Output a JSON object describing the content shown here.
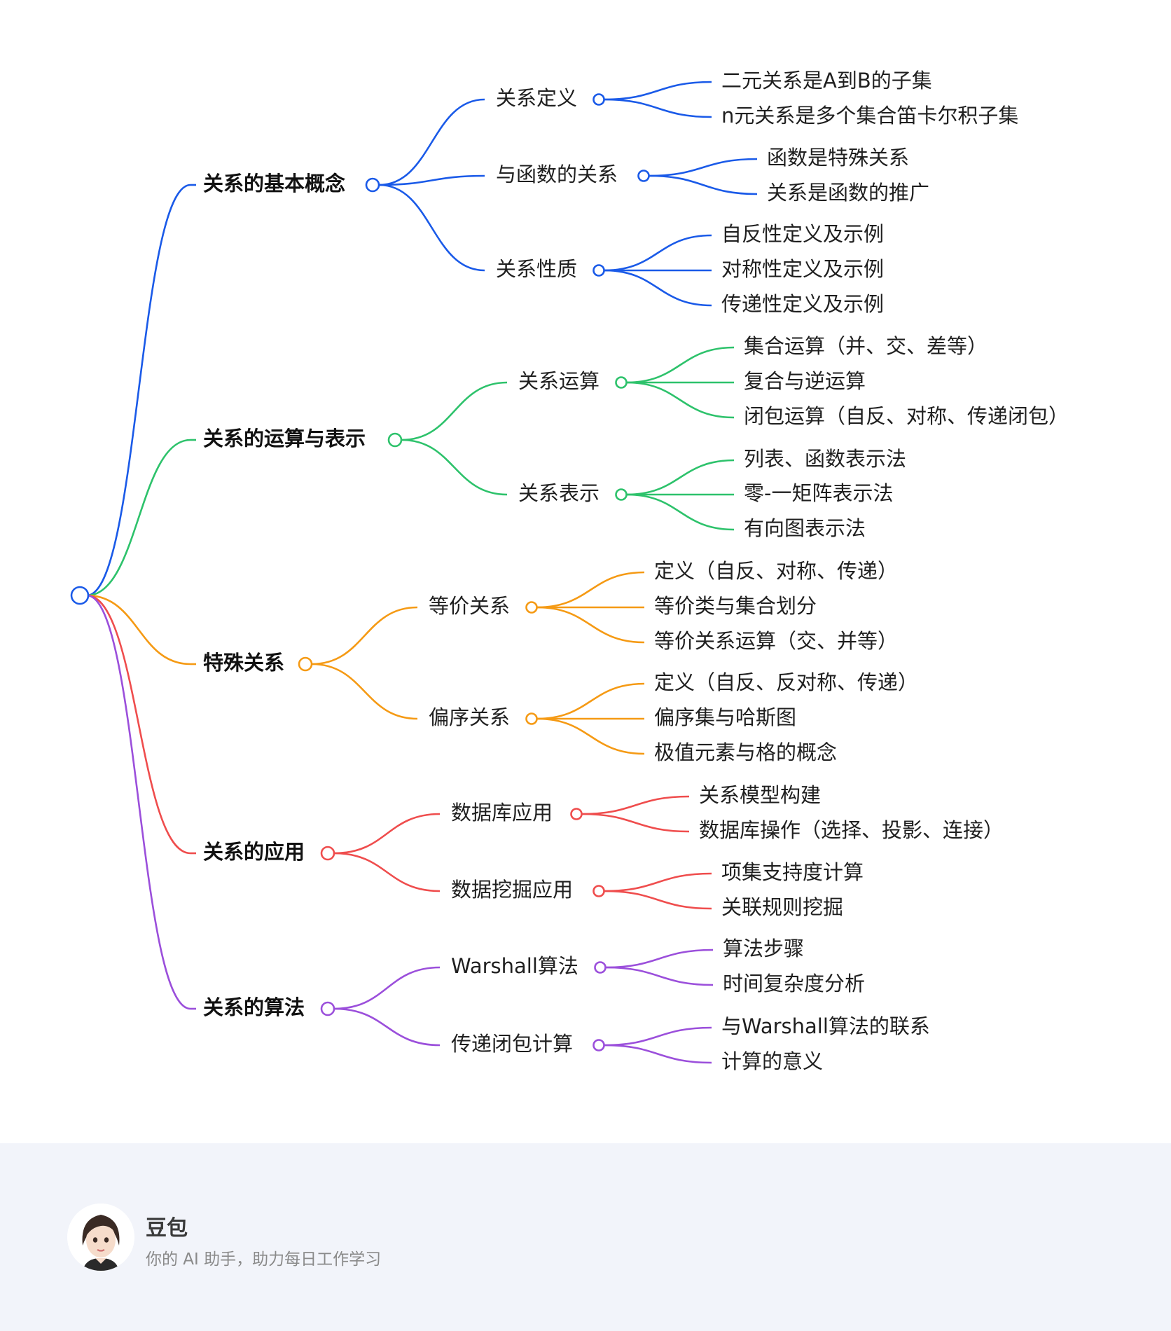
{
  "mindmap": {
    "branches": [
      {
        "label": "关系的基本概念",
        "color": "#1a5ae8",
        "children": [
          {
            "label": "关系定义",
            "children": [
              "二元关系是A到B的子集",
              "n元关系是多个集合笛卡尔积子集"
            ]
          },
          {
            "label": "与函数的关系",
            "children": [
              "函数是特殊关系",
              "关系是函数的推广"
            ]
          },
          {
            "label": "关系性质",
            "children": [
              "自反性定义及示例",
              "对称性定义及示例",
              "传递性定义及示例"
            ]
          }
        ]
      },
      {
        "label": "关系的运算与表示",
        "color": "#2dc26b",
        "children": [
          {
            "label": "关系运算",
            "children": [
              "集合运算（并、交、差等）",
              "复合与逆运算",
              "闭包运算（自反、对称、传递闭包）"
            ]
          },
          {
            "label": "关系表示",
            "children": [
              "列表、函数表示法",
              "零-一矩阵表示法",
              "有向图表示法"
            ]
          }
        ]
      },
      {
        "label": "特殊关系",
        "color": "#f59a14",
        "children": [
          {
            "label": "等价关系",
            "children": [
              "定义（自反、对称、传递）",
              "等价类与集合划分",
              "等价关系运算（交、并等）"
            ]
          },
          {
            "label": "偏序关系",
            "children": [
              "定义（自反、反对称、传递）",
              "偏序集与哈斯图",
              "极值元素与格的概念"
            ]
          }
        ]
      },
      {
        "label": "关系的应用",
        "color": "#ef4d4d",
        "children": [
          {
            "label": "数据库应用",
            "children": [
              "关系模型构建",
              "数据库操作（选择、投影、连接）"
            ]
          },
          {
            "label": "数据挖掘应用",
            "children": [
              "项集支持度计算",
              "关联规则挖掘"
            ]
          }
        ]
      },
      {
        "label": "关系的算法",
        "color": "#9b4fdb",
        "children": [
          {
            "label": "Warshall算法",
            "children": [
              "算法步骤",
              "时间复杂度分析"
            ]
          },
          {
            "label": "传递闭包计算",
            "children": [
              "与Warshall算法的联系",
              "计算的意义"
            ]
          }
        ]
      }
    ]
  },
  "footer": {
    "brand_name": "豆包",
    "tagline": "你的 AI 助手，助力每日工作学习"
  }
}
